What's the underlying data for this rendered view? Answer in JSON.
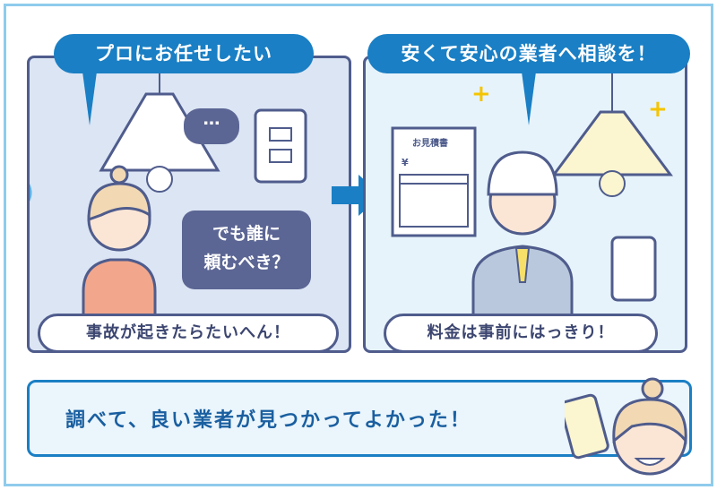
{
  "left_panel": {
    "bubble": "プロにお任せしたい",
    "thought": "でも誰に頼むべき？",
    "thought_line1": "でも誰に",
    "thought_line2": "頼むべき？",
    "speech_dots": "…",
    "caption": "事故が起きたらたいへん！"
  },
  "right_panel": {
    "bubble": "安くて安心の業者へ相談を！",
    "estimate_title": "お見積書",
    "estimate_yen": "¥",
    "caption": "料金は事前にはっきり！"
  },
  "bottom": {
    "text": "調べて、良い業者が見つかってよかった！"
  },
  "colors": {
    "accent": "#1a7fc4",
    "navy": "#4f5c8c",
    "frame": "#8ecbec"
  }
}
